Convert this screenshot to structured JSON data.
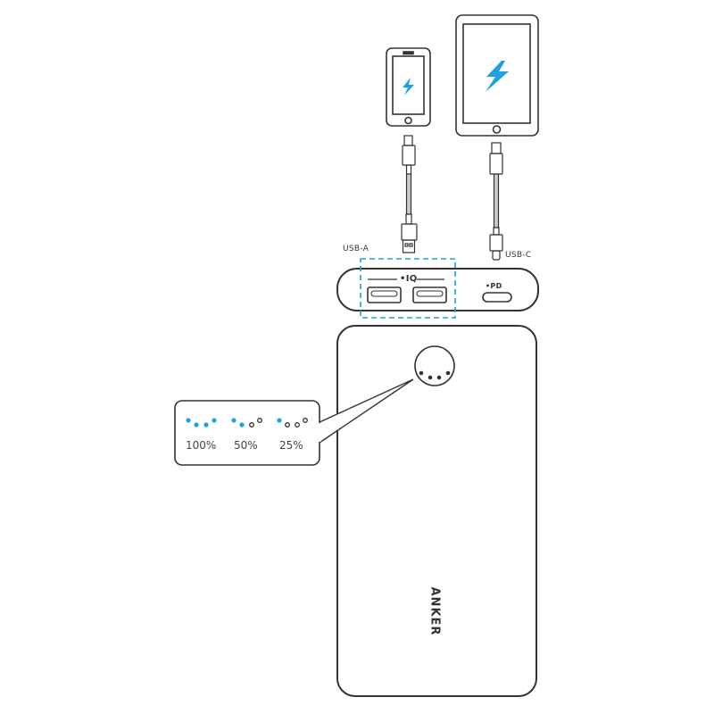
{
  "colors": {
    "accent": "#1aa3e0",
    "stroke": "#333333"
  },
  "labels": {
    "usb_a": "USB-A",
    "usb_c": "USB-C",
    "iq": "•IQ",
    "pd": "•PD",
    "brand": "ANKER"
  },
  "battery_levels": [
    {
      "label": "100%",
      "lit": 4
    },
    {
      "label": "50%",
      "lit": 2
    },
    {
      "label": "25%",
      "lit": 1
    }
  ],
  "icons": [
    "phone-icon",
    "tablet-icon",
    "lightning-bolt-icon",
    "usb-a-cable-icon",
    "usb-c-cable-icon",
    "power-bank-icon",
    "power-button-icon"
  ]
}
